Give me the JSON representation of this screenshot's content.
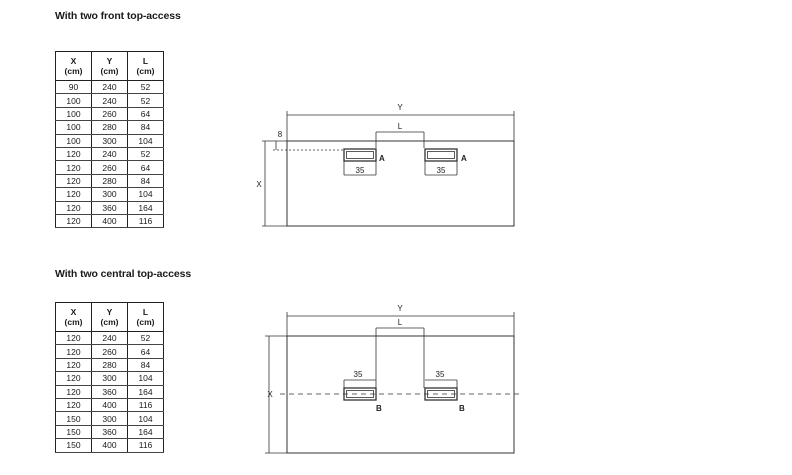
{
  "section1": {
    "title": "With two front top-access",
    "table": {
      "headers": [
        [
          "X",
          "(cm)"
        ],
        [
          "Y",
          "(cm)"
        ],
        [
          "L",
          "(cm)"
        ]
      ],
      "rows": [
        [
          "90",
          "240",
          "52"
        ],
        [
          "100",
          "240",
          "52"
        ],
        [
          "100",
          "260",
          "64"
        ],
        [
          "100",
          "280",
          "84"
        ],
        [
          "100",
          "300",
          "104"
        ],
        [
          "120",
          "240",
          "52"
        ],
        [
          "120",
          "260",
          "64"
        ],
        [
          "120",
          "280",
          "84"
        ],
        [
          "120",
          "300",
          "104"
        ],
        [
          "120",
          "360",
          "164"
        ],
        [
          "120",
          "400",
          "116"
        ]
      ]
    },
    "diagram": {
      "dim_y": "Y",
      "dim_l": "L",
      "dim_x": "X",
      "dim_offset": "8",
      "dim_left": "35",
      "dim_right": "35",
      "access_left": "A",
      "access_right": "A"
    }
  },
  "section2": {
    "title": "With two central top-access",
    "table": {
      "headers": [
        [
          "X",
          "(cm)"
        ],
        [
          "Y",
          "(cm)"
        ],
        [
          "L",
          "(cm)"
        ]
      ],
      "rows": [
        [
          "120",
          "240",
          "52"
        ],
        [
          "120",
          "260",
          "64"
        ],
        [
          "120",
          "280",
          "84"
        ],
        [
          "120",
          "300",
          "104"
        ],
        [
          "120",
          "360",
          "164"
        ],
        [
          "120",
          "400",
          "116"
        ],
        [
          "150",
          "300",
          "104"
        ],
        [
          "150",
          "360",
          "164"
        ],
        [
          "150",
          "400",
          "116"
        ]
      ]
    },
    "diagram": {
      "dim_y": "Y",
      "dim_l": "L",
      "dim_x": "X",
      "dim_left": "35",
      "dim_right": "35",
      "access_left": "B",
      "access_right": "B"
    }
  }
}
